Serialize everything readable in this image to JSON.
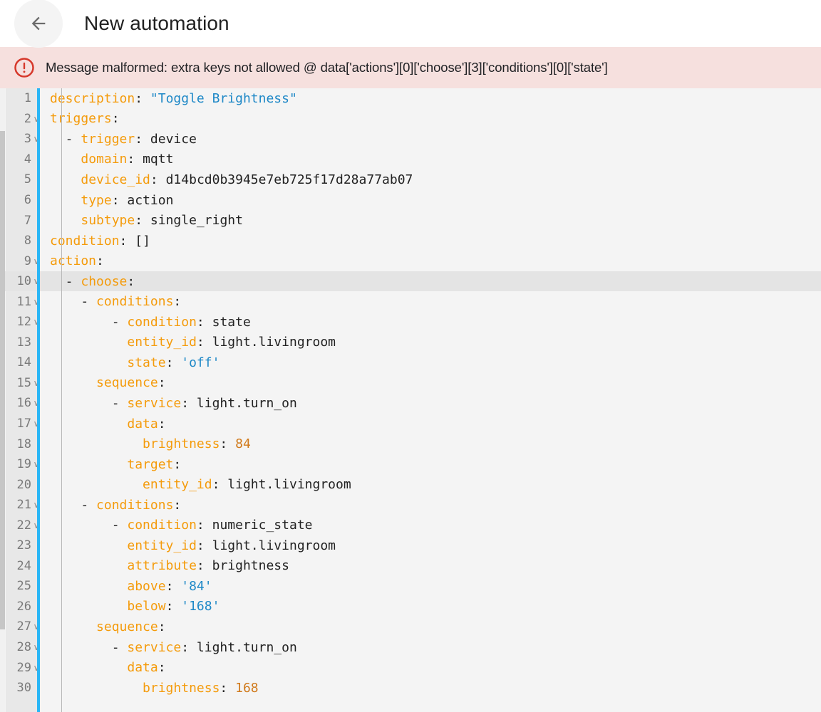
{
  "header": {
    "title": "New automation",
    "back_icon": "arrow-left-icon"
  },
  "error_banner": {
    "icon": "error-circle-icon",
    "message": "Message malformed: extra keys not allowed @ data['actions'][0]['choose'][3]['conditions'][0]['state']",
    "background_color": "#f6e0de",
    "icon_color": "#d93025"
  },
  "editor": {
    "language": "yaml",
    "active_line": 10,
    "background_color": "#f4f4f4",
    "active_line_color": "#e4e4e4",
    "gutter_color": "#e8e8e8",
    "accent_color": "#29b6f6",
    "first_visible_line": 1,
    "last_visible_line": 30,
    "syntax_colors": {
      "key": "#f49b0b",
      "string": "#1e88c7",
      "number": "#d07a1c",
      "plain": "#222222"
    },
    "lines": [
      {
        "n": 1,
        "fold": false,
        "tokens": [
          {
            "t": "key",
            "v": "description"
          },
          {
            "t": "punc",
            "v": ": "
          },
          {
            "t": "str",
            "v": "\"Toggle Brightness\""
          }
        ]
      },
      {
        "n": 2,
        "fold": true,
        "tokens": [
          {
            "t": "key",
            "v": "triggers"
          },
          {
            "t": "punc",
            "v": ":"
          }
        ]
      },
      {
        "n": 3,
        "fold": true,
        "tokens": [
          {
            "t": "plain",
            "v": "  - "
          },
          {
            "t": "key",
            "v": "trigger"
          },
          {
            "t": "punc",
            "v": ": "
          },
          {
            "t": "plain",
            "v": "device"
          }
        ]
      },
      {
        "n": 4,
        "fold": false,
        "tokens": [
          {
            "t": "plain",
            "v": "    "
          },
          {
            "t": "key",
            "v": "domain"
          },
          {
            "t": "punc",
            "v": ": "
          },
          {
            "t": "plain",
            "v": "mqtt"
          }
        ]
      },
      {
        "n": 5,
        "fold": false,
        "tokens": [
          {
            "t": "plain",
            "v": "    "
          },
          {
            "t": "key",
            "v": "device_id"
          },
          {
            "t": "punc",
            "v": ": "
          },
          {
            "t": "plain",
            "v": "d14bcd0b3945e7eb725f17d28a77ab07"
          }
        ]
      },
      {
        "n": 6,
        "fold": false,
        "tokens": [
          {
            "t": "plain",
            "v": "    "
          },
          {
            "t": "key",
            "v": "type"
          },
          {
            "t": "punc",
            "v": ": "
          },
          {
            "t": "plain",
            "v": "action"
          }
        ]
      },
      {
        "n": 7,
        "fold": false,
        "tokens": [
          {
            "t": "plain",
            "v": "    "
          },
          {
            "t": "key",
            "v": "subtype"
          },
          {
            "t": "punc",
            "v": ": "
          },
          {
            "t": "plain",
            "v": "single_right"
          }
        ]
      },
      {
        "n": 8,
        "fold": false,
        "tokens": [
          {
            "t": "key",
            "v": "condition"
          },
          {
            "t": "punc",
            "v": ": "
          },
          {
            "t": "plain",
            "v": "[]"
          }
        ]
      },
      {
        "n": 9,
        "fold": true,
        "tokens": [
          {
            "t": "key",
            "v": "action"
          },
          {
            "t": "punc",
            "v": ":"
          }
        ]
      },
      {
        "n": 10,
        "fold": true,
        "tokens": [
          {
            "t": "plain",
            "v": "  - "
          },
          {
            "t": "key",
            "v": "choose"
          },
          {
            "t": "punc",
            "v": ":"
          }
        ]
      },
      {
        "n": 11,
        "fold": true,
        "tokens": [
          {
            "t": "plain",
            "v": "    - "
          },
          {
            "t": "key",
            "v": "conditions"
          },
          {
            "t": "punc",
            "v": ":"
          }
        ]
      },
      {
        "n": 12,
        "fold": true,
        "tokens": [
          {
            "t": "plain",
            "v": "        - "
          },
          {
            "t": "key",
            "v": "condition"
          },
          {
            "t": "punc",
            "v": ": "
          },
          {
            "t": "plain",
            "v": "state"
          }
        ]
      },
      {
        "n": 13,
        "fold": false,
        "tokens": [
          {
            "t": "plain",
            "v": "          "
          },
          {
            "t": "key",
            "v": "entity_id"
          },
          {
            "t": "punc",
            "v": ": "
          },
          {
            "t": "plain",
            "v": "light.livingroom"
          }
        ]
      },
      {
        "n": 14,
        "fold": false,
        "tokens": [
          {
            "t": "plain",
            "v": "          "
          },
          {
            "t": "key",
            "v": "state"
          },
          {
            "t": "punc",
            "v": ": "
          },
          {
            "t": "str",
            "v": "'off'"
          }
        ]
      },
      {
        "n": 15,
        "fold": true,
        "tokens": [
          {
            "t": "plain",
            "v": "      "
          },
          {
            "t": "key",
            "v": "sequence"
          },
          {
            "t": "punc",
            "v": ":"
          }
        ]
      },
      {
        "n": 16,
        "fold": true,
        "tokens": [
          {
            "t": "plain",
            "v": "        - "
          },
          {
            "t": "key",
            "v": "service"
          },
          {
            "t": "punc",
            "v": ": "
          },
          {
            "t": "plain",
            "v": "light.turn_on"
          }
        ]
      },
      {
        "n": 17,
        "fold": true,
        "tokens": [
          {
            "t": "plain",
            "v": "          "
          },
          {
            "t": "key",
            "v": "data"
          },
          {
            "t": "punc",
            "v": ":"
          }
        ]
      },
      {
        "n": 18,
        "fold": false,
        "tokens": [
          {
            "t": "plain",
            "v": "            "
          },
          {
            "t": "key",
            "v": "brightness"
          },
          {
            "t": "punc",
            "v": ": "
          },
          {
            "t": "num",
            "v": "84"
          }
        ]
      },
      {
        "n": 19,
        "fold": true,
        "tokens": [
          {
            "t": "plain",
            "v": "          "
          },
          {
            "t": "key",
            "v": "target"
          },
          {
            "t": "punc",
            "v": ":"
          }
        ]
      },
      {
        "n": 20,
        "fold": false,
        "tokens": [
          {
            "t": "plain",
            "v": "            "
          },
          {
            "t": "key",
            "v": "entity_id"
          },
          {
            "t": "punc",
            "v": ": "
          },
          {
            "t": "plain",
            "v": "light.livingroom"
          }
        ]
      },
      {
        "n": 21,
        "fold": true,
        "tokens": [
          {
            "t": "plain",
            "v": "    - "
          },
          {
            "t": "key",
            "v": "conditions"
          },
          {
            "t": "punc",
            "v": ":"
          }
        ]
      },
      {
        "n": 22,
        "fold": true,
        "tokens": [
          {
            "t": "plain",
            "v": "        - "
          },
          {
            "t": "key",
            "v": "condition"
          },
          {
            "t": "punc",
            "v": ": "
          },
          {
            "t": "plain",
            "v": "numeric_state"
          }
        ]
      },
      {
        "n": 23,
        "fold": false,
        "tokens": [
          {
            "t": "plain",
            "v": "          "
          },
          {
            "t": "key",
            "v": "entity_id"
          },
          {
            "t": "punc",
            "v": ": "
          },
          {
            "t": "plain",
            "v": "light.livingroom"
          }
        ]
      },
      {
        "n": 24,
        "fold": false,
        "tokens": [
          {
            "t": "plain",
            "v": "          "
          },
          {
            "t": "key",
            "v": "attribute"
          },
          {
            "t": "punc",
            "v": ": "
          },
          {
            "t": "plain",
            "v": "brightness"
          }
        ]
      },
      {
        "n": 25,
        "fold": false,
        "tokens": [
          {
            "t": "plain",
            "v": "          "
          },
          {
            "t": "key",
            "v": "above"
          },
          {
            "t": "punc",
            "v": ": "
          },
          {
            "t": "str",
            "v": "'84'"
          }
        ]
      },
      {
        "n": 26,
        "fold": false,
        "tokens": [
          {
            "t": "plain",
            "v": "          "
          },
          {
            "t": "key",
            "v": "below"
          },
          {
            "t": "punc",
            "v": ": "
          },
          {
            "t": "str",
            "v": "'168'"
          }
        ]
      },
      {
        "n": 27,
        "fold": true,
        "tokens": [
          {
            "t": "plain",
            "v": "      "
          },
          {
            "t": "key",
            "v": "sequence"
          },
          {
            "t": "punc",
            "v": ":"
          }
        ]
      },
      {
        "n": 28,
        "fold": true,
        "tokens": [
          {
            "t": "plain",
            "v": "        - "
          },
          {
            "t": "key",
            "v": "service"
          },
          {
            "t": "punc",
            "v": ": "
          },
          {
            "t": "plain",
            "v": "light.turn_on"
          }
        ]
      },
      {
        "n": 29,
        "fold": true,
        "tokens": [
          {
            "t": "plain",
            "v": "          "
          },
          {
            "t": "key",
            "v": "data"
          },
          {
            "t": "punc",
            "v": ":"
          }
        ]
      },
      {
        "n": 30,
        "fold": false,
        "tokens": [
          {
            "t": "plain",
            "v": "            "
          },
          {
            "t": "key",
            "v": "brightness"
          },
          {
            "t": "punc",
            "v": ": "
          },
          {
            "t": "num",
            "v": "168"
          }
        ]
      }
    ],
    "fold_glyph": "∨"
  }
}
